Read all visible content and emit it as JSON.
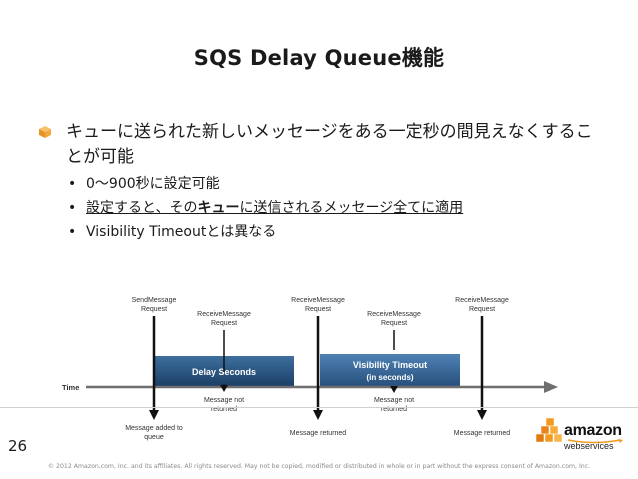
{
  "slide": {
    "title": "SQS Delay Queue機能",
    "main_bullet": "キューに送られた新しいメッセージをある一定秒の間見えなくすることが可能",
    "sub_bullets": {
      "b1": "0～900秒に設定可能",
      "b2_pre": "設定すると、その",
      "b2_bold": "キュー",
      "b2_post": "に送信されるメッセージ全てに適用",
      "b3": "Visibility Timeoutとは異なる"
    },
    "page_number": "26",
    "copyright": "© 2012 Amazon.com, Inc. and its affiliates. All rights reserved. May not be copied, modified or distributed in whole or in part without the express consent of Amazon.com, Inc."
  },
  "diagram": {
    "timeline_label": "Time",
    "top_labels": {
      "send_1": "SendMessage",
      "send_2": "Request",
      "recv1_1": "ReceiveMessage",
      "recv1_2": "Request",
      "recv2_1": "ReceiveMessage",
      "recv2_2": "Request",
      "recv3_1": "ReceiveMessage",
      "recv3_2": "Request",
      "recv4_1": "ReceiveMessage",
      "recv4_2": "Request"
    },
    "box_delay": "Delay Seconds",
    "box_visibility_1": "Visibility Timeout",
    "box_visibility_2": "(in seconds)",
    "under_labels": {
      "nr1_1": "Message not",
      "nr1_2": "returned",
      "nr2_1": "Message not",
      "nr2_2": "returned"
    },
    "bottom_labels": {
      "added_1": "Message added to",
      "added_2": "queue",
      "returned_1": "Message returned",
      "returned_2": "Message returned"
    },
    "colors": {
      "box_dark": "#1f4a7a",
      "box_light": "#3a6fa5",
      "arrow": "#111111",
      "timeline": "#6f6f6f"
    }
  },
  "logo": {
    "amazon": "amazon",
    "webservices": "webservices"
  }
}
